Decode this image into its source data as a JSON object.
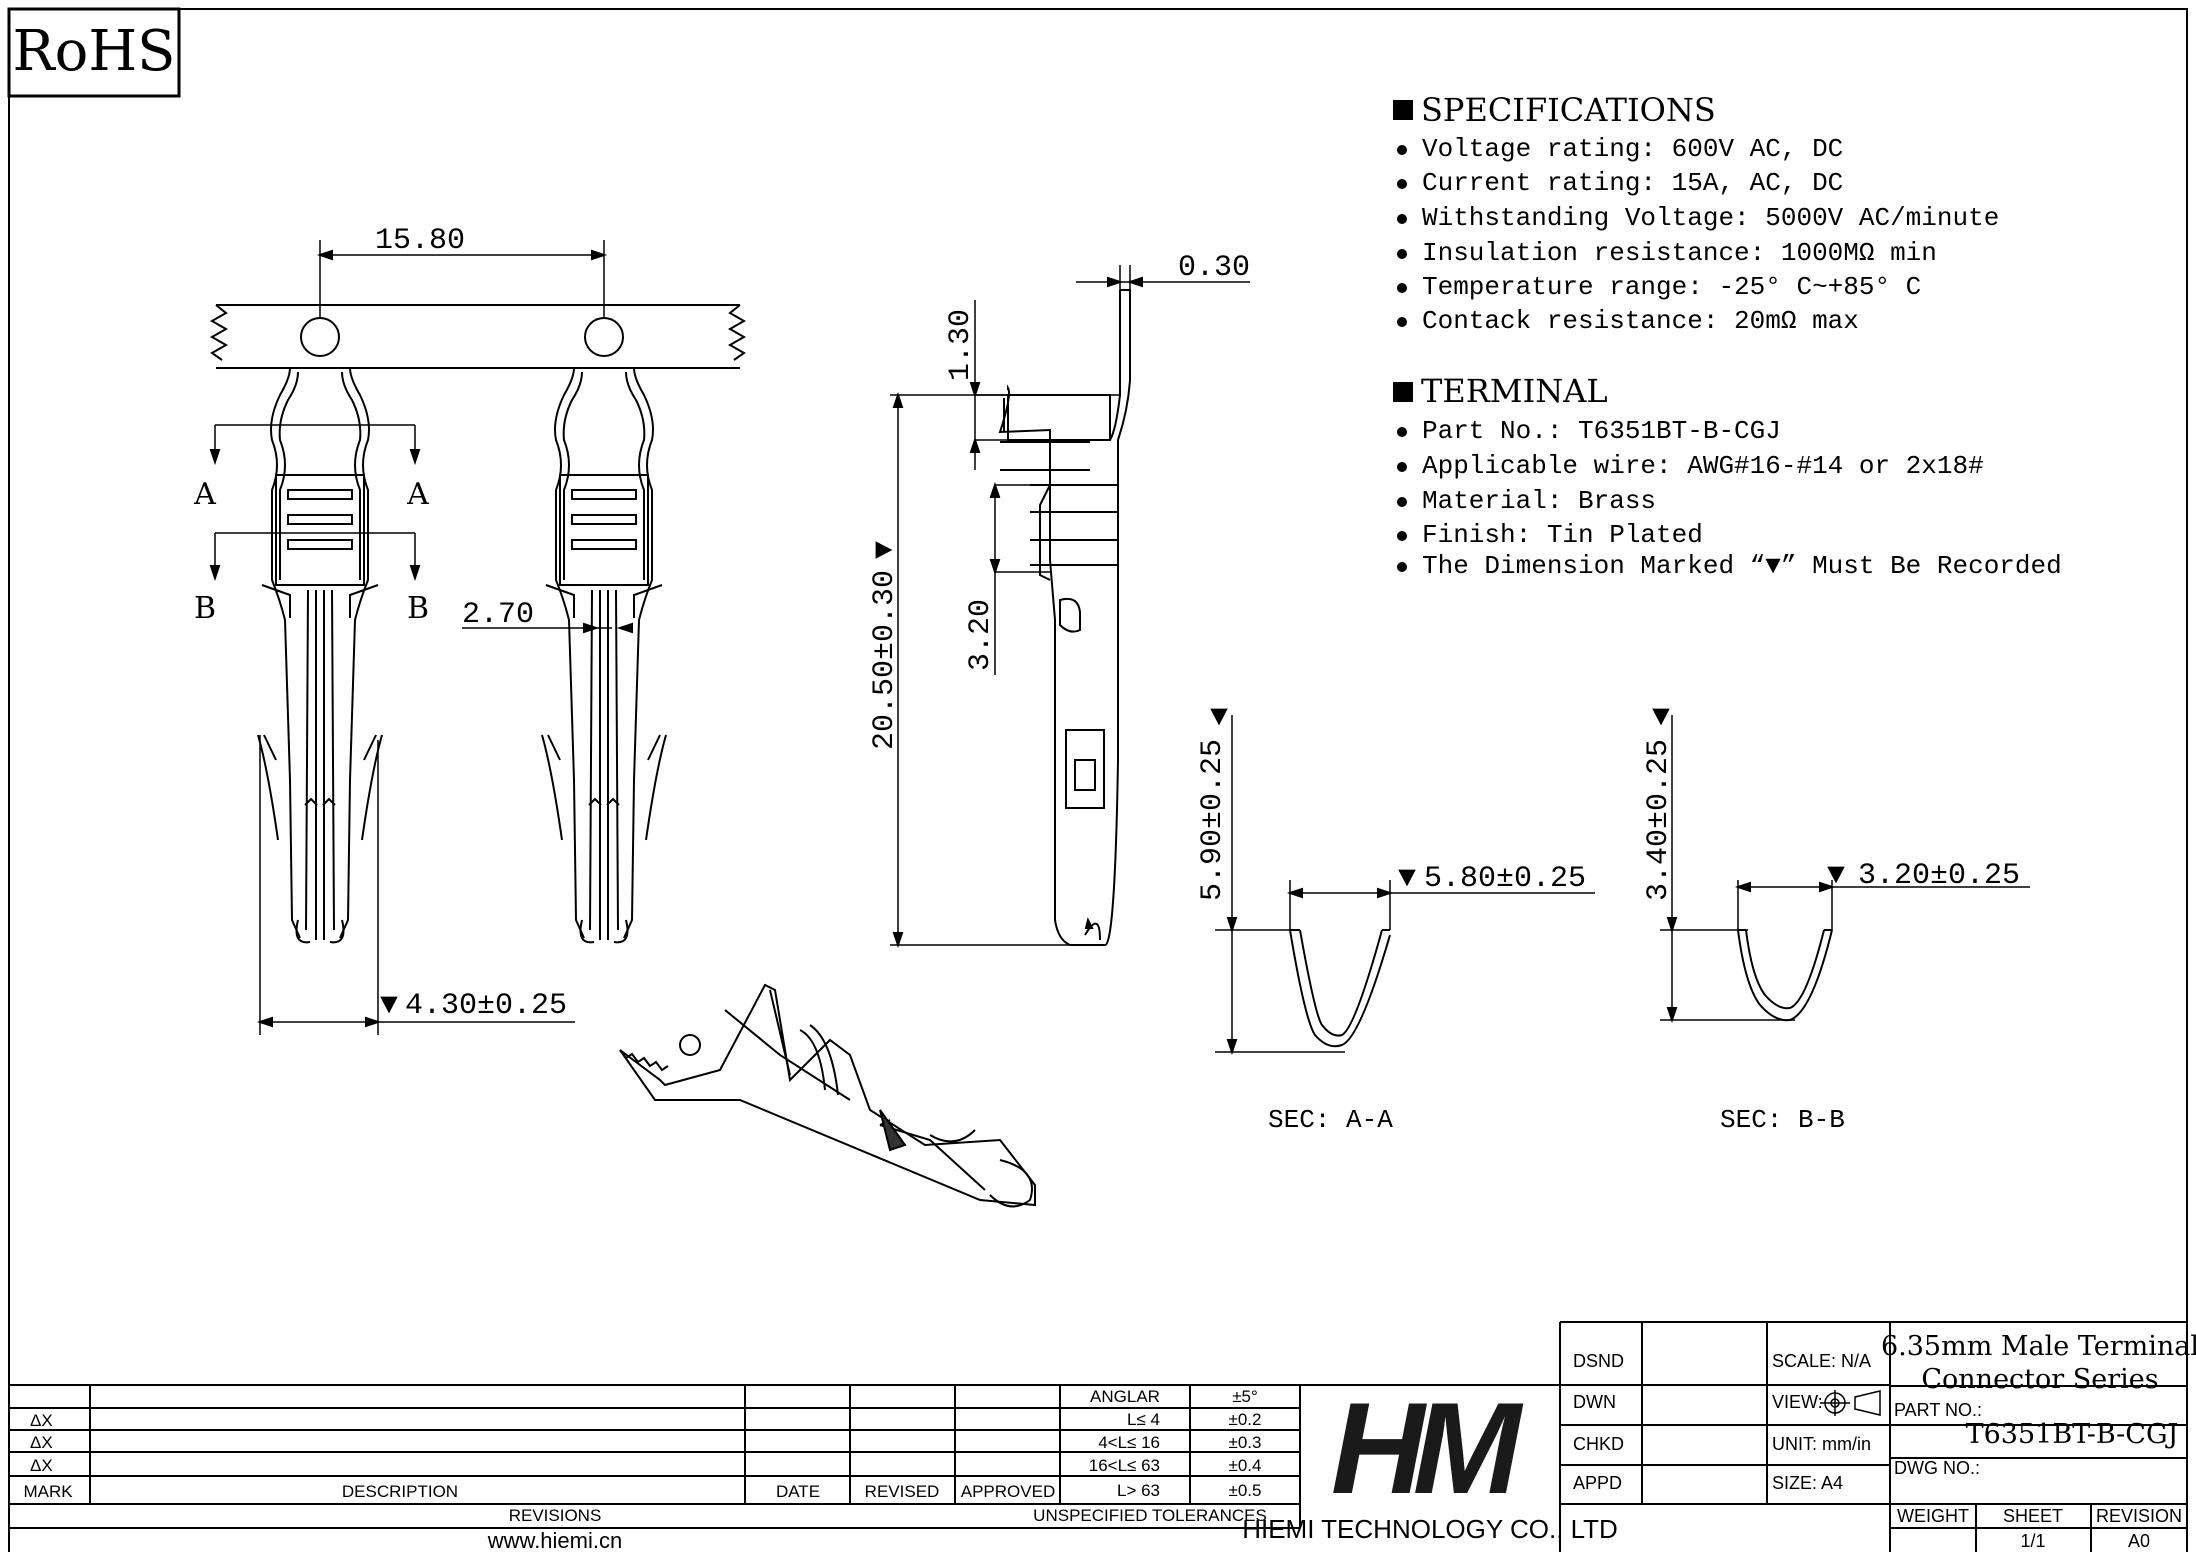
{
  "badge": "RoHS",
  "specifications": {
    "heading": "SPECIFICATIONS",
    "items": [
      "Voltage rating: 600V AC, DC",
      "Current rating: 15A, AC, DC",
      "Withstanding Voltage: 5000V AC/minute",
      "Insulation resistance: 1000MΩ min",
      "Temperature range: -25° C~+85° C",
      "Contack resistance: 20mΩ max"
    ]
  },
  "terminal": {
    "heading": "TERMINAL",
    "items": [
      "Part No.: T6351BT-B-CGJ",
      "Applicable wire: AWG#16-#14 or 2x18#",
      "Material: Brass",
      "Finish: Tin Plated",
      "The Dimension Marked “▼” Must Be Recorded"
    ]
  },
  "dimensions": {
    "pitch": "15.80",
    "thickness": "0.30",
    "tab_height": "1.30",
    "overall_length": "20.50±0.30",
    "crimp_length": "3.20",
    "barrel_gap": "2.70",
    "barrel_width": "4.30±0.25",
    "sec_a_height": "5.90±0.25",
    "sec_a_width": "5.80±0.25",
    "sec_b_height": "3.40±0.25",
    "sec_b_width": "3.20±0.25",
    "section_a_letter": "A",
    "section_b_letter": "B",
    "marker": "▼"
  },
  "sections": {
    "a_label": "SEC: A-A",
    "b_label": "SEC: B-B"
  },
  "revisions_table": {
    "mark_prefix": "ΔX",
    "mark_rows": [
      "ΔX",
      "ΔX",
      "ΔX"
    ],
    "columns": {
      "mark": "MARK",
      "description": "DESCRIPTION",
      "date": "DATE",
      "revised": "REVISED",
      "approved": "APPROVED"
    },
    "footer": "REVISIONS",
    "website": "www.hiemi.cn"
  },
  "tolerances": {
    "rows": [
      {
        "range": "ANGLAR",
        "value": "±5°"
      },
      {
        "range": "L≤  4",
        "value": "±0.2"
      },
      {
        "range": "4<L≤  16",
        "value": "±0.3"
      },
      {
        "range": "16<L≤  63",
        "value": "±0.4"
      },
      {
        "range": "L>  63",
        "value": "±0.5"
      }
    ],
    "footer": "UNSPECIFIED TOLERANCES"
  },
  "company": {
    "logo_text": "HM",
    "name": "HIEMI TECHNOLOGY CO., LTD"
  },
  "title_block": {
    "dsnd": "DSND",
    "dwn": "DWN",
    "chkd": "CHKD",
    "appd": "APPD",
    "scale": "SCALE: N/A",
    "view": "VIEW:",
    "unit": "UNIT: mm/in",
    "size": "SIZE: A4",
    "title_line1": "6.35mm Male Terminal",
    "title_line2": "Connector Series",
    "part_no_label": "PART NO.:",
    "part_no": "T6351BT-B-CGJ",
    "dwg_no_label": "DWG NO.:",
    "weight_label": "WEIGHT",
    "sheet_label": "SHEET",
    "sheet_value": "1/1",
    "revision_label": "REVISION",
    "revision_value": "A0"
  }
}
